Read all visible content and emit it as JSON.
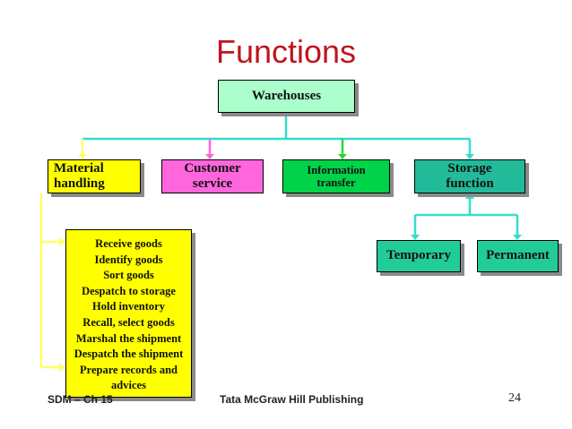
{
  "title": "Functions",
  "nodes": {
    "warehouses": "Warehouses",
    "material_handling": [
      "Material",
      "handling"
    ],
    "customer_service": [
      "Customer",
      "service"
    ],
    "information_transfer": [
      "Information",
      "transfer"
    ],
    "storage_function": [
      "Storage",
      "function"
    ],
    "temporary": "Temporary",
    "permanent": "Permanent"
  },
  "material_handling_tasks": [
    "Receive goods",
    "Identify goods",
    "Sort goods",
    "Despatch to storage",
    "Hold inventory",
    "Recall, select goods",
    "Marshal the shipment",
    "Despatch the shipment",
    "Prepare records and",
    "advices"
  ],
  "footer": {
    "left": "SDM – Ch 15",
    "center": "Tata McGraw Hill Publishing",
    "page": "24"
  },
  "colors": {
    "title": "#c0141c",
    "warehouses_fill": "#aaffcc",
    "material_handling_fill": "#ffff00",
    "customer_service_fill": "#ff66dd",
    "information_transfer_fill": "#00d24a",
    "storage_fill": "#22bb99",
    "temporary_permanent_fill": "#22cc99",
    "tasks_fill": "#ffff00",
    "connector_main": "#33ddcc",
    "connector_material": "#ffff66",
    "connector_customer": "#ff66dd",
    "connector_information": "#22dd33"
  }
}
